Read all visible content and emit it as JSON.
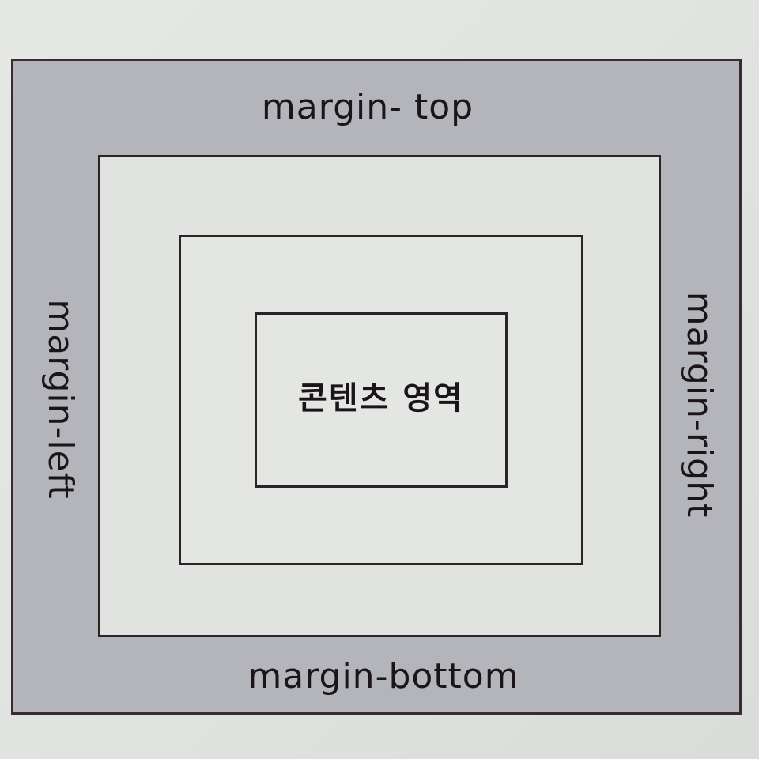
{
  "diagram": {
    "labels": {
      "margin_top": "margin- top",
      "margin_bottom": "margin-bottom",
      "margin_left": "margin-left",
      "margin_right": "margin-right",
      "content": "콘텐츠 영역"
    }
  }
}
